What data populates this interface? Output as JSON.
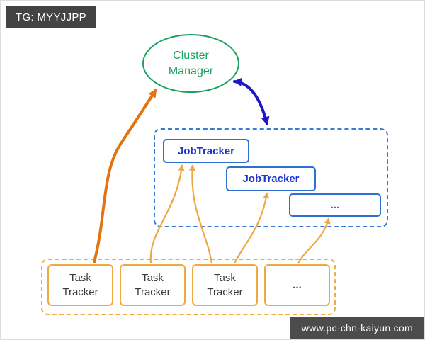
{
  "watermarks": {
    "top_left": "TG: MYYJJPP",
    "bottom_right": "www.pc-chn-kaiyun.com"
  },
  "diagram": {
    "cluster_manager": {
      "line1": "Cluster",
      "line2": "Manager"
    },
    "job_group": {
      "trackers": [
        {
          "label": "JobTracker"
        },
        {
          "label": "JobTracker"
        },
        {
          "label": "..."
        }
      ]
    },
    "task_group": {
      "trackers": [
        {
          "line1": "Task",
          "line2": "Tracker"
        },
        {
          "line1": "Task",
          "line2": "Tracker"
        },
        {
          "line1": "Task",
          "line2": "Tracker"
        },
        {
          "label": "..."
        }
      ]
    }
  },
  "colors": {
    "green": "#17a05e",
    "blue_border": "#2e6fd4",
    "blue_text": "#1f35cc",
    "navy_arrow": "#1e17c4",
    "orange_arrow": "#e2730d",
    "yellow_arrow": "#eda843",
    "orange_dashed": "#f2ab3f",
    "badge_background": "#434343"
  }
}
